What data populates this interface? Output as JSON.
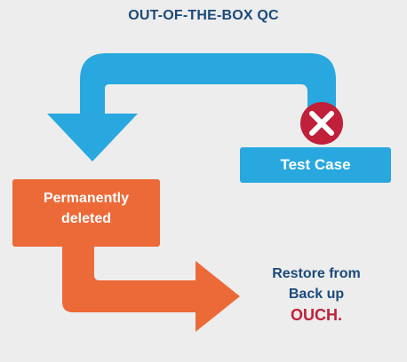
{
  "title": "OUT-OF-THE-BOX QC",
  "test_case": {
    "label": "Test Case",
    "color": "#29a8e0"
  },
  "permanently_deleted": {
    "line1": "Permanently",
    "line2": "deleted",
    "color": "#ec6a37"
  },
  "restore": {
    "line1": "Restore from",
    "line2": "Back up",
    "exclamation": "OUCH."
  },
  "colors": {
    "title": "#1b4a7a",
    "loop_arrow": "#29a8e0",
    "down_arrow": "#ec6a37",
    "error_icon": "#c0203a",
    "ouch": "#c0203a",
    "background": "#ededed"
  },
  "icons": {
    "error": "x-circle-icon"
  }
}
